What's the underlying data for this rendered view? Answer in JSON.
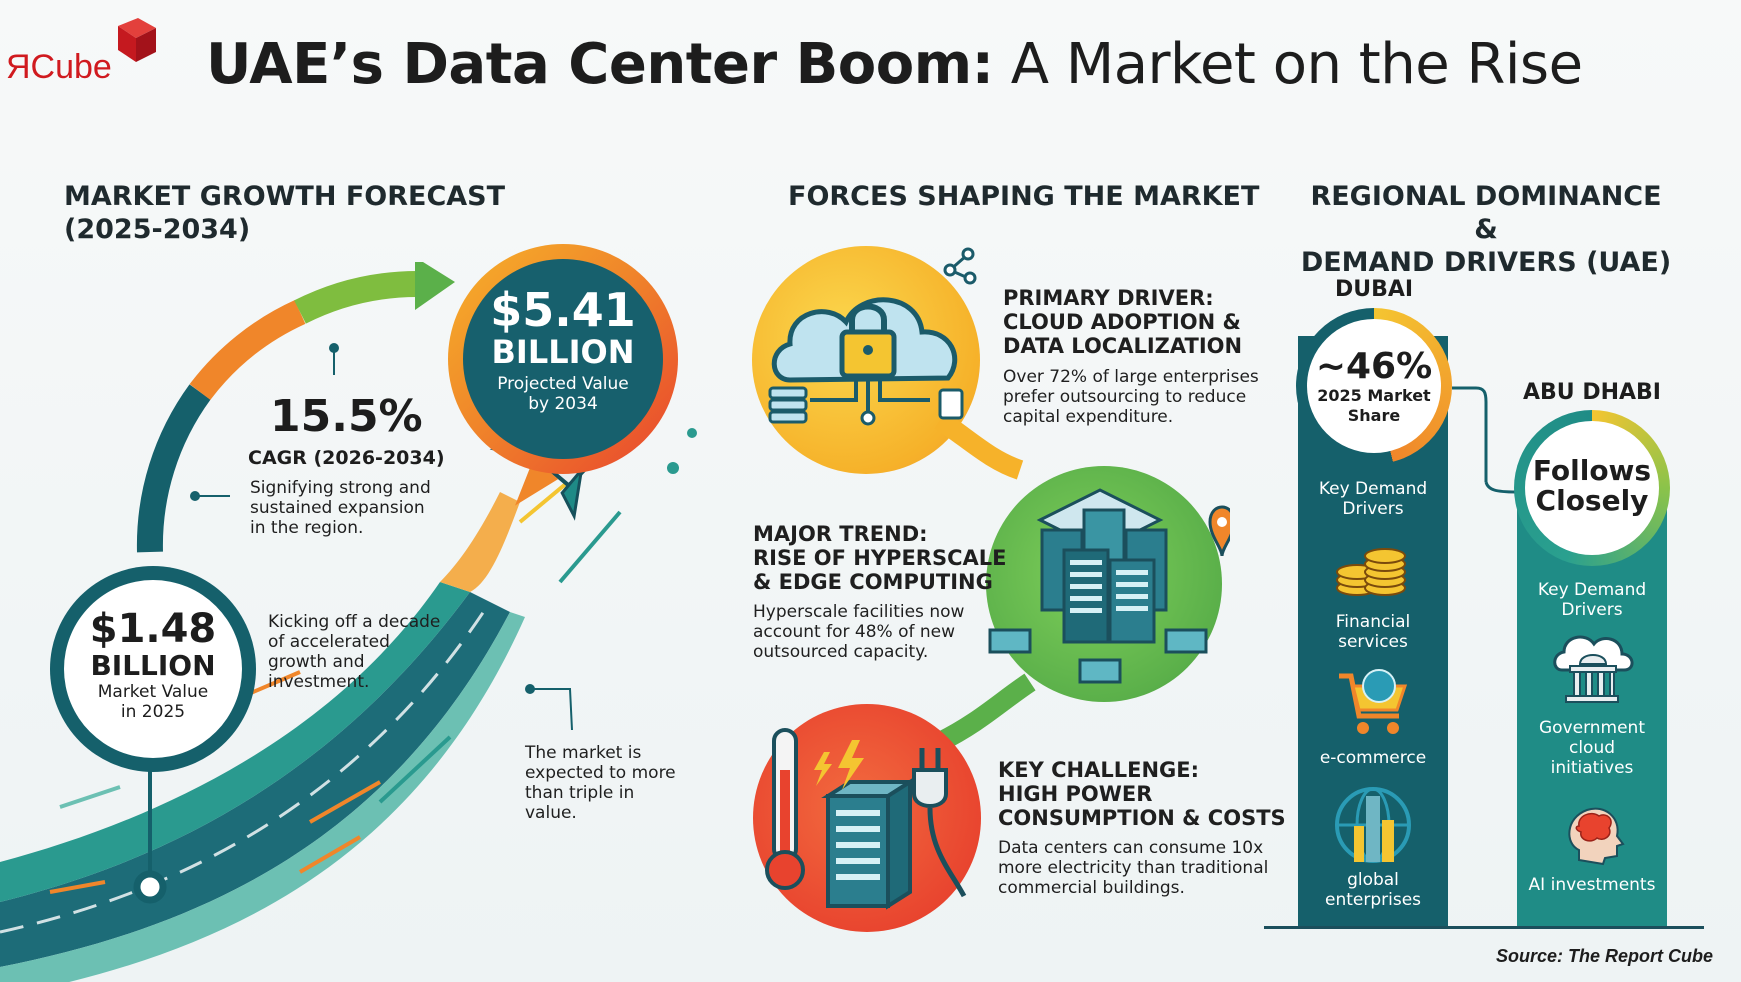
{
  "logo": {
    "text": "ЯCube"
  },
  "title": {
    "bold": "UAE’s Data Center Boom:",
    "rest": "A Market on the Rise"
  },
  "growth": {
    "heading": [
      "MARKET GROWTH FORECAST",
      "(2025-2034)"
    ],
    "start": {
      "value": "$1.48",
      "unit": "BILLION",
      "caption": [
        "Market Value",
        "in 2025"
      ]
    },
    "start_note": [
      "Kicking off a decade",
      "of accelerated",
      "growth and",
      "investment."
    ],
    "cagr": {
      "value": "15.5%",
      "label": "CAGR (2026-2034)",
      "note": [
        "Signifying strong and",
        "sustained expansion",
        "in the region."
      ]
    },
    "end": {
      "value": "$5.41",
      "unit": "BILLION",
      "caption": [
        "Projected Value",
        "by 2034"
      ]
    },
    "triple_note": [
      "The market is",
      "expected to more",
      "than triple in",
      "value."
    ]
  },
  "forces": {
    "heading": "FORCES SHAPING THE MARKET",
    "items": [
      {
        "title": [
          "PRIMARY DRIVER:",
          "CLOUD ADOPTION &",
          "DATA LOCALIZATION"
        ],
        "text": [
          "Over 72% of large enterprises",
          "prefer outsourcing to reduce",
          "capital expenditure."
        ]
      },
      {
        "title": [
          "MAJOR TREND:",
          "RISE OF HYPERSCALE",
          "& EDGE COMPUTING"
        ],
        "text": [
          "Hyperscale facilities now",
          "account for 48% of new",
          "outsourced capacity."
        ]
      },
      {
        "title": [
          "KEY CHALLENGE:",
          "HIGH POWER",
          "CONSUMPTION & COSTS"
        ],
        "text": [
          "Data centers can consume 10x",
          "more electricity than traditional",
          "commercial buildings."
        ]
      }
    ]
  },
  "regional": {
    "heading": [
      "REGIONAL DOMINANCE &",
      "DEMAND DRIVERS (UAE)"
    ],
    "dubai": {
      "name": "DUBAI",
      "share_value": "~46%",
      "share_label": [
        "2025 Market",
        "Share"
      ],
      "share_pct": 46,
      "drivers_label": [
        "Key Demand",
        "Drivers"
      ],
      "drivers": [
        [
          "Financial",
          "services"
        ],
        [
          "e-commerce"
        ],
        [
          "global",
          "enterprises"
        ]
      ]
    },
    "abu_dhabi": {
      "name": "ABU DHABI",
      "status": [
        "Follows",
        "Closely"
      ],
      "drivers_label": [
        "Key Demand",
        "Drivers"
      ],
      "drivers": [
        [
          "Government",
          "cloud",
          "initiatives"
        ],
        [
          "AI investments"
        ]
      ]
    }
  },
  "source": "Source: The Report Cube",
  "colors": {
    "teal_dark": "#15606b",
    "teal": "#1e8a86",
    "orange": "#f0862a",
    "yellow": "#f4c531",
    "green": "#5bb04a",
    "red": "#e8432e"
  }
}
